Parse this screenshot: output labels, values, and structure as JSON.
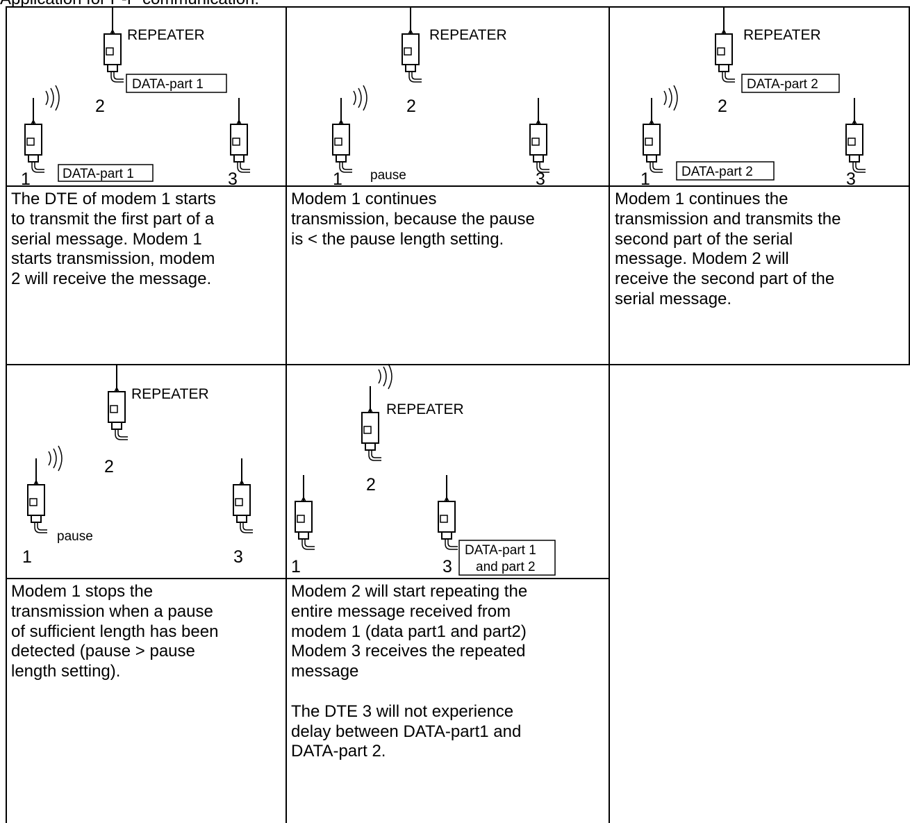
{
  "page_heading": "Application for P-P communication:",
  "repeater_label": "REPEATER",
  "modem_numbers": [
    "1",
    "2",
    "3"
  ],
  "cells": [
    {
      "data_box": "DATA-part 1",
      "pause_text": "",
      "description": "The DTE of modem 1 starts\nto transmit the first part of a\nserial message. Modem 1\nstarts transmission, modem\n2 will receive the message."
    },
    {
      "data_box": "",
      "pause_text": "pause",
      "description": "Modem 1 continues\ntransmission, because the pause\nis < the pause length setting."
    },
    {
      "data_box": "DATA-part 2",
      "pause_text": "",
      "description": "Modem 1 continues the\ntransmission and transmits the\nsecond part of the serial\nmessage. Modem 2 will\nreceive the second part of the\nserial message."
    },
    {
      "data_box": "",
      "pause_text": "pause",
      "description": "Modem 1 stops the\ntransmission when a pause\nof sufficient length has been\ndetected (pause > pause\nlength setting)."
    },
    {
      "data_box": "",
      "data_box_lines": [
        "DATA-part 1",
        "and part 2"
      ],
      "pause_text": "",
      "description": "Modem 2 will start repeating the\nentire message received from\nmodem 1 (data part1 and part2)\nModem 3 receives the repeated\nmessage\n\nThe DTE 3 will not experience\ndelay between DATA-part1 and\nDATA-part 2."
    }
  ]
}
